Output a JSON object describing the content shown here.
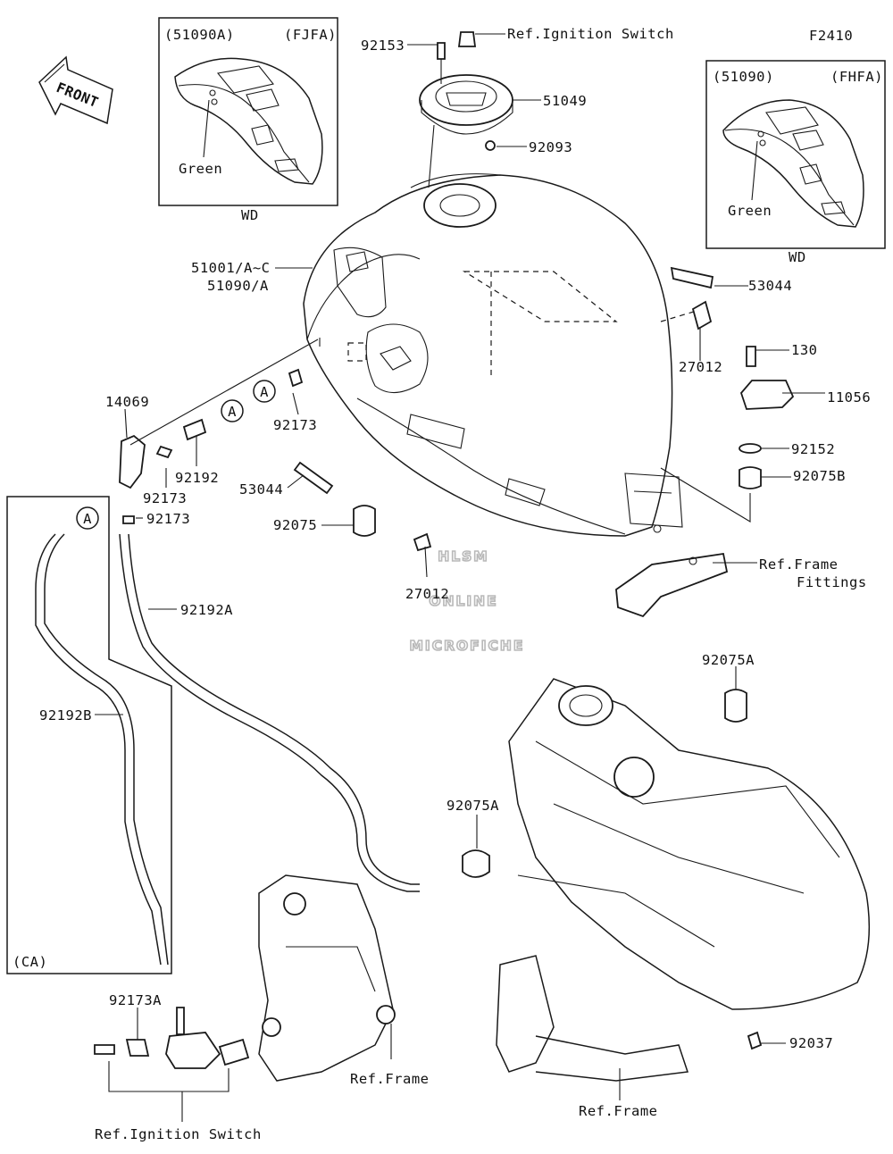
{
  "diagram_code": "F2410",
  "front_label": "FRONT",
  "inset_left": {
    "code": "(51090A)",
    "variant": "(FJFA)",
    "color_label": "Green",
    "footer": "WD"
  },
  "inset_right": {
    "code": "(51090)",
    "variant": "(FHFA)",
    "color_label": "Green",
    "footer": "WD"
  },
  "ca_box": {
    "label": "(CA)"
  },
  "callout_marker": "A",
  "labels": {
    "p92153": "92153",
    "ref_ignition_top": "Ref.Ignition Switch",
    "p51049": "51049",
    "p92093": "92093",
    "p51001": "51001/A~C",
    "p51090a": "51090/A",
    "p53044_right": "53044",
    "p27012_right": "27012",
    "p130": "130",
    "p11056": "11056",
    "p92152": "92152",
    "p92075b": "92075B",
    "ref_frame_fittings_1": "Ref.Frame",
    "ref_frame_fittings_2": "Fittings",
    "p14069": "14069",
    "p92173_mid": "92173",
    "p92192": "92192",
    "p92173_a": "92173",
    "p92173_b": "92173",
    "p53044_left": "53044",
    "p92075": "92075",
    "p27012_center": "27012",
    "p92192a": "92192A",
    "p92192b": "92192B",
    "p92075a_top": "92075A",
    "p92075a_mid": "92075A",
    "p92173a": "92173A",
    "ref_frame_center": "Ref.Frame",
    "ref_frame_bottom": "Ref.Frame",
    "p92037": "92037",
    "ref_ignition_bottom": "Ref.Ignition Switch"
  },
  "watermark": {
    "line1": "HLSM",
    "line2": "ONLINE",
    "line3": "MICROFICHE"
  }
}
